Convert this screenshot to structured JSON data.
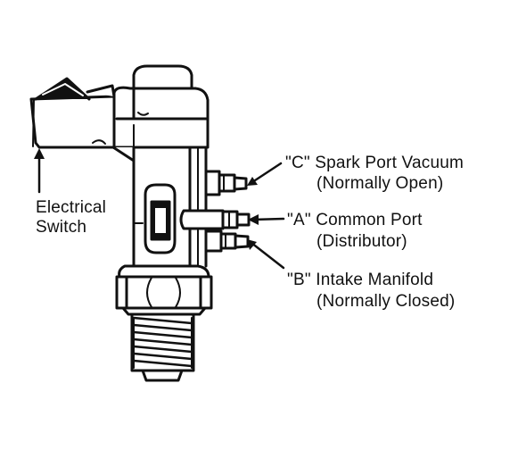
{
  "diagram": {
    "labels": {
      "spark_port_line1": "\"C\" Spark Port Vacuum",
      "spark_port_line2": "(Normally Open)",
      "common_port_line1": "\"A\" Common Port",
      "common_port_line2": "(Distributor)",
      "intake_line1": "\"B\" Intake Manifold",
      "intake_line2": "(Normally Closed)",
      "switch_line1": "Electrical",
      "switch_line2": "Switch"
    },
    "colors": {
      "ink": "#111111",
      "paper": "#ffffff"
    }
  }
}
